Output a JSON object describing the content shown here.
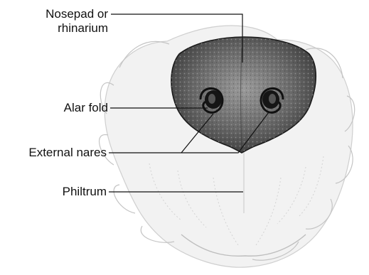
{
  "colors": {
    "fur_fill": "#f1f1f1",
    "fur_stroke": "#c9c9c9",
    "nose_dark": "#4a4a4a",
    "nose_mid": "#8a8a8a",
    "nostril": "#151515",
    "leader": "#111111",
    "text": "#111111"
  },
  "labels": {
    "nosepad_line1": "Nosepad or",
    "nosepad_line2": "rhinarium",
    "alar_fold": "Alar fold",
    "external_nares": "External nares",
    "philtrum": "Philtrum"
  }
}
